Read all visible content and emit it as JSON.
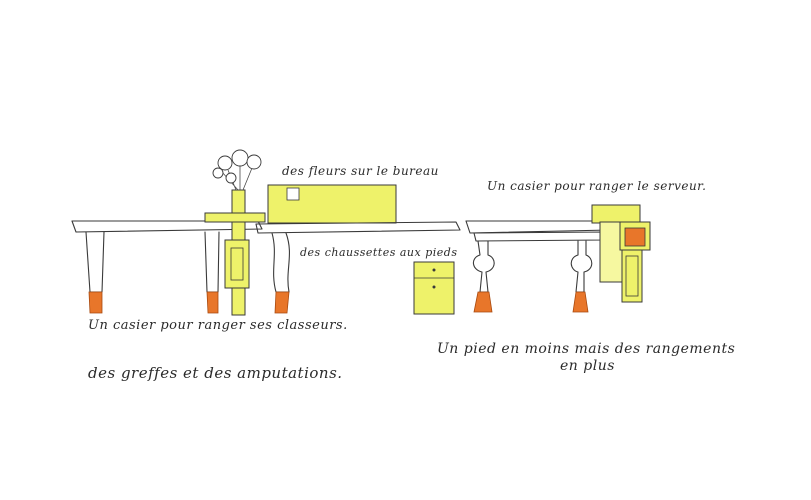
{
  "captions": {
    "flowers": "des fleurs sur le bureau",
    "cabinet_server": "Un casier pour ranger le serveur.",
    "socks": "des chaussettes aux pieds",
    "cabinet_folders": "Un casier pour ranger ses classeurs.",
    "grafts": "des greffes et des amputations.",
    "fewer_leg_line1": "Un pied en moins mais des rangements",
    "fewer_leg_line2": "en plus"
  },
  "colors": {
    "yellow": "#eef26a",
    "yellow_light": "#f6f8a0",
    "orange": "#e8762a",
    "ink": "#3a3a3a"
  }
}
